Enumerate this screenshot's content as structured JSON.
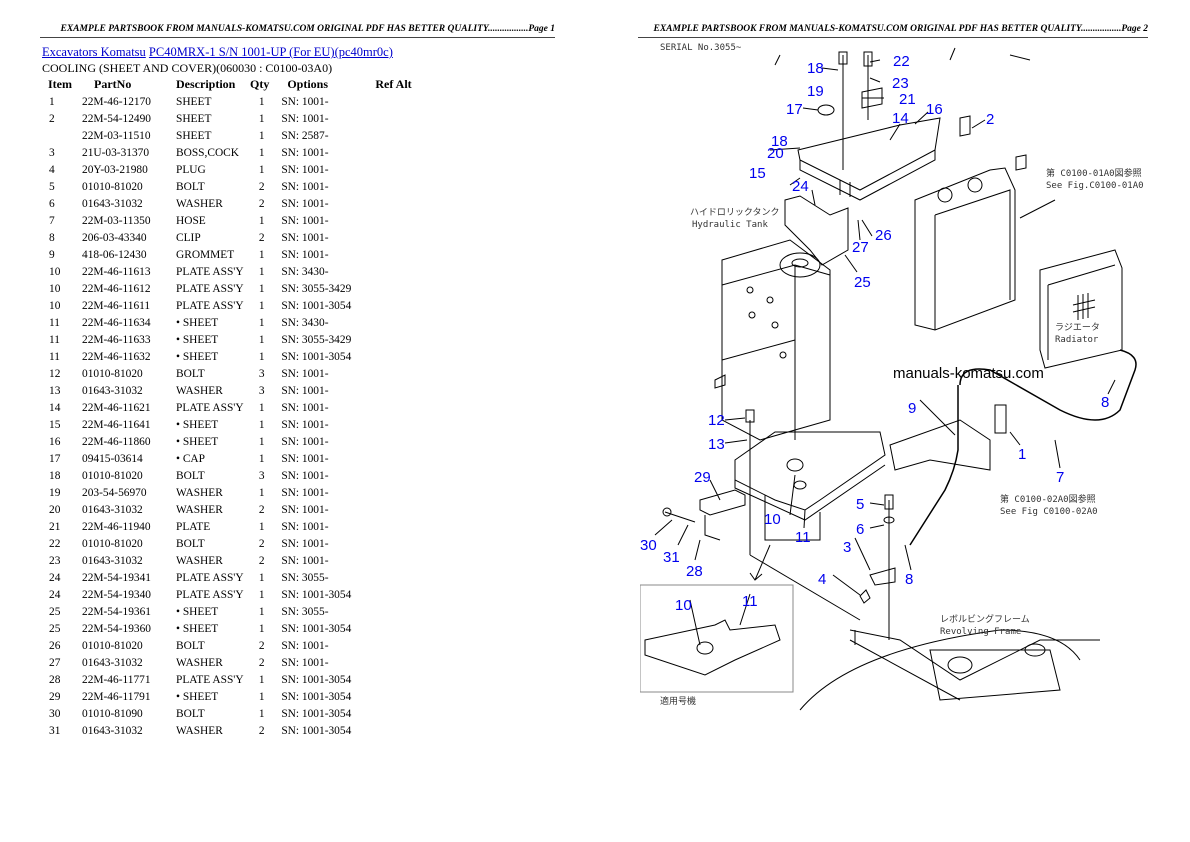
{
  "header": {
    "page1": "EXAMPLE PARTSBOOK FROM MANUALS-KOMATSU.COM ORIGINAL PDF HAS BETTER QUALITY.................Page 1",
    "page2": "EXAMPLE PARTSBOOK FROM MANUALS-KOMATSU.COM ORIGINAL PDF HAS BETTER QUALITY.................Page 2"
  },
  "breadcrumb": {
    "category": "Excavators Komatsu",
    "model": "PC40MRX-1 S/N 1001-UP (For EU)(pc40mr0c)"
  },
  "section_title": "COOLING (SHEET AND COVER)(060030 : C0100-03A0)",
  "table": {
    "columns": [
      "Item",
      "PartNo",
      "Description",
      "Qty",
      "Options",
      "Ref Alt"
    ],
    "rows": [
      [
        "1",
        "22M-46-12170",
        "SHEET",
        "1",
        "SN: 1001-",
        ""
      ],
      [
        "2",
        "22M-54-12490",
        "SHEET",
        "1",
        "SN: 1001-",
        ""
      ],
      [
        "",
        "22M-03-11510",
        "SHEET",
        "1",
        "SN: 2587-",
        ""
      ],
      [
        "3",
        "21U-03-31370",
        "BOSS,COCK",
        "1",
        "SN: 1001-",
        ""
      ],
      [
        "4",
        "20Y-03-21980",
        "PLUG",
        "1",
        "SN: 1001-",
        ""
      ],
      [
        "5",
        "01010-81020",
        "BOLT",
        "2",
        "SN: 1001-",
        ""
      ],
      [
        "6",
        "01643-31032",
        "WASHER",
        "2",
        "SN: 1001-",
        ""
      ],
      [
        "7",
        "22M-03-11350",
        "HOSE",
        "1",
        "SN: 1001-",
        ""
      ],
      [
        "8",
        "206-03-43340",
        "CLIP",
        "2",
        "SN: 1001-",
        ""
      ],
      [
        "9",
        "418-06-12430",
        "GROMMET",
        "1",
        "SN: 1001-",
        ""
      ],
      [
        "10",
        "22M-46-11613",
        "PLATE ASS'Y",
        "1",
        "SN: 3430-",
        ""
      ],
      [
        "10",
        "22M-46-11612",
        "PLATE ASS'Y",
        "1",
        "SN: 3055-3429",
        ""
      ],
      [
        "10",
        "22M-46-11611",
        "PLATE ASS'Y",
        "1",
        "SN: 1001-3054",
        ""
      ],
      [
        "11",
        "22M-46-11634",
        "• SHEET",
        "1",
        "SN: 3430-",
        ""
      ],
      [
        "11",
        "22M-46-11633",
        "• SHEET",
        "1",
        "SN: 3055-3429",
        ""
      ],
      [
        "11",
        "22M-46-11632",
        "• SHEET",
        "1",
        "SN: 1001-3054",
        ""
      ],
      [
        "12",
        "01010-81020",
        "BOLT",
        "3",
        "SN: 1001-",
        ""
      ],
      [
        "13",
        "01643-31032",
        "WASHER",
        "3",
        "SN: 1001-",
        ""
      ],
      [
        "14",
        "22M-46-11621",
        "PLATE ASS'Y",
        "1",
        "SN: 1001-",
        ""
      ],
      [
        "15",
        "22M-46-11641",
        "• SHEET",
        "1",
        "SN: 1001-",
        ""
      ],
      [
        "16",
        "22M-46-11860",
        "• SHEET",
        "1",
        "SN: 1001-",
        ""
      ],
      [
        "17",
        "09415-03614",
        "• CAP",
        "1",
        "SN: 1001-",
        ""
      ],
      [
        "18",
        "01010-81020",
        "BOLT",
        "3",
        "SN: 1001-",
        ""
      ],
      [
        "19",
        "203-54-56970",
        "WASHER",
        "1",
        "SN: 1001-",
        ""
      ],
      [
        "20",
        "01643-31032",
        "WASHER",
        "2",
        "SN: 1001-",
        ""
      ],
      [
        "21",
        "22M-46-11940",
        "PLATE",
        "1",
        "SN: 1001-",
        ""
      ],
      [
        "22",
        "01010-81020",
        "BOLT",
        "2",
        "SN: 1001-",
        ""
      ],
      [
        "23",
        "01643-31032",
        "WASHER",
        "2",
        "SN: 1001-",
        ""
      ],
      [
        "24",
        "22M-54-19341",
        "PLATE ASS'Y",
        "1",
        "SN: 3055-",
        ""
      ],
      [
        "24",
        "22M-54-19340",
        "PLATE ASS'Y",
        "1",
        "SN: 1001-3054",
        ""
      ],
      [
        "25",
        "22M-54-19361",
        "• SHEET",
        "1",
        "SN: 3055-",
        ""
      ],
      [
        "25",
        "22M-54-19360",
        "• SHEET",
        "1",
        "SN: 1001-3054",
        ""
      ],
      [
        "26",
        "01010-81020",
        "BOLT",
        "2",
        "SN: 1001-",
        ""
      ],
      [
        "27",
        "01643-31032",
        "WASHER",
        "2",
        "SN: 1001-",
        ""
      ],
      [
        "28",
        "22M-46-11771",
        "PLATE ASS'Y",
        "1",
        "SN: 1001-3054",
        ""
      ],
      [
        "29",
        "22M-46-11791",
        "• SHEET",
        "1",
        "SN: 1001-3054",
        ""
      ],
      [
        "30",
        "01010-81090",
        "BOLT",
        "1",
        "SN: 1001-3054",
        ""
      ],
      [
        "31",
        "01643-31032",
        "WASHER",
        "2",
        "SN: 1001-3054",
        ""
      ]
    ]
  },
  "diagram": {
    "callouts": [
      "18",
      "22",
      "23",
      "19",
      "21",
      "17",
      "16",
      "14",
      "2",
      "18",
      "20",
      "15",
      "24",
      "26",
      "27",
      "25",
      "9",
      "8",
      "12",
      "13",
      "1",
      "7",
      "29",
      "5",
      "10",
      "6",
      "11",
      "30",
      "3",
      "31",
      "28",
      "8",
      "4",
      "10",
      "11"
    ],
    "notes": {
      "hydraulic_tank_jp": "ハイドロリックタンク",
      "hydraulic_tank": "Hydraulic Tank",
      "see_fig1_jp": "第 C0100-01A0図参照",
      "see_fig1": "See Fig.C0100-01A0",
      "radiator_jp": "ラジエータ",
      "radiator": "Radiator",
      "see_fig2_jp": "第 C0100-02A0図参照",
      "see_fig2": "See Fig C0100-02A0",
      "revolving_frame_jp": "レボルビングフレーム",
      "revolving_frame": "Revolving Frame",
      "applicable_jp": "適用号機"
    },
    "watermark": "manuals-komatsu.com",
    "line_color": "#000000",
    "callout_color": "#0000ee"
  }
}
